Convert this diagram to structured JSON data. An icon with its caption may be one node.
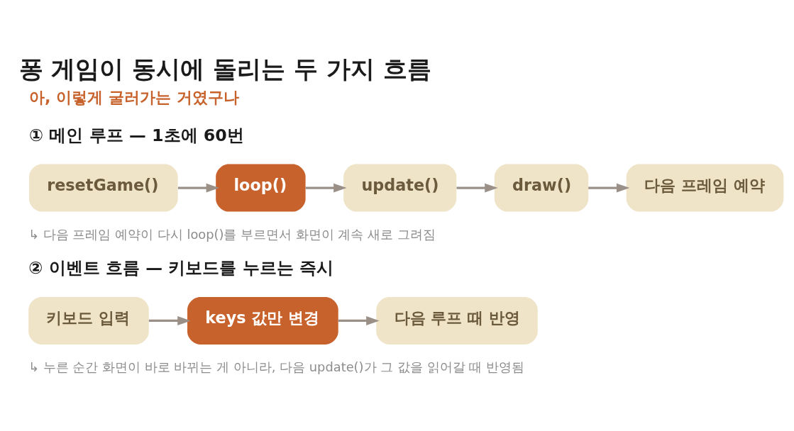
{
  "diagram": {
    "title": "퐁 게임이 동시에 돌리는 두 가지 흐름",
    "nodes": [
      {
        "text": [
          "resetGame()"
        ]
      },
      {
        "text": [
          "loop()"
        ]
      },
      {
        "text": [
          "update()"
        ]
      },
      {
        "text": [
          "draw()"
        ]
      },
      {
        "text": [
          "다음 프레임 예약"
        ]
      },
      {
        "text": [
          "키보드 입력"
        ]
      },
      {
        "text": [
          "keys 값만 변경"
        ]
      },
      {
        "text": [
          "다음 루프 때 반영"
        ]
      }
    ],
    "edges": [
      {
        "from": 0,
        "to": 1,
        "arrow": "to"
      },
      {
        "from": 1,
        "to": 2,
        "arrow": "to"
      },
      {
        "from": 2,
        "to": 3,
        "arrow": "to"
      },
      {
        "from": 3,
        "to": 4,
        "arrow": "to"
      },
      {
        "from": 5,
        "to": 6,
        "arrow": "to"
      },
      {
        "from": 6,
        "to": 7,
        "arrow": "to"
      }
    ],
    "labels": [
      "아, 이렇게 굴러가는 거였구나",
      "① 메인 루프 — 1초에 60번",
      "↳ 다음 프레임 예약이 다시 loop()를 부르면서 화면이 계속 새로 그려짐",
      "② 이벤트 흐름 — 키보드를 누르는 즉시",
      "↳ 누른 순간 화면이 바로 바뀌는 게 아니라, 다음 update()가 그 값을 읽어갈 때 반영됨"
    ]
  }
}
